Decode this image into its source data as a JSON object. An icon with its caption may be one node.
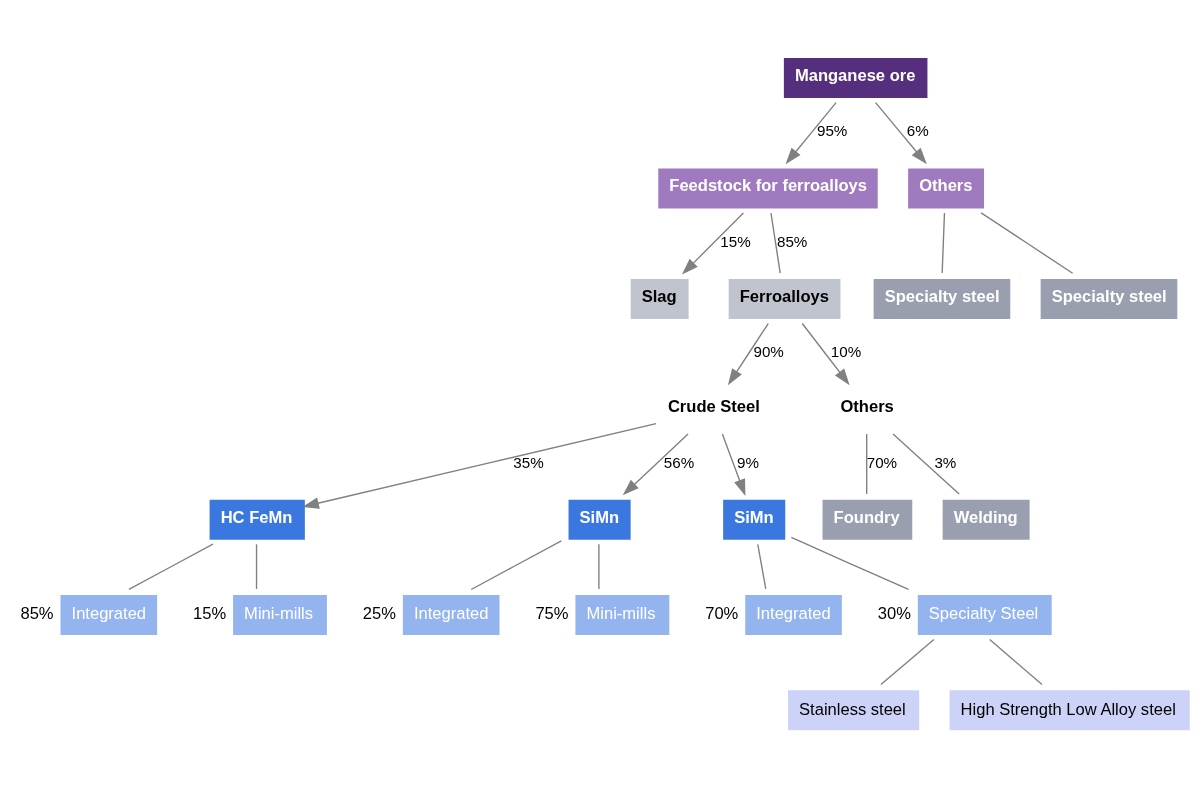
{
  "diagram": {
    "nodes": [
      {
        "text": [
          "Manganese ore"
        ]
      },
      {
        "text": [
          "Feedstock for ferroalloys"
        ]
      },
      {
        "text": [
          "Others"
        ]
      },
      {
        "text": [
          "Specialty steel"
        ]
      },
      {
        "text": [
          "Specialty steel"
        ]
      },
      {
        "text": [
          "Slag"
        ]
      },
      {
        "text": [
          "Ferroalloys"
        ]
      },
      {
        "text": [
          "Crude Steel"
        ]
      },
      {
        "text": [
          "Others"
        ]
      },
      {
        "text": [
          "HC FeMn"
        ]
      },
      {
        "text": [
          "Integrated"
        ],
        "beside": [
          "85%"
        ]
      },
      {
        "text": [
          "Mini-mills"
        ],
        "beside": [
          "15%"
        ]
      },
      {
        "text": [
          "SiMn"
        ]
      },
      {
        "text": [
          "Integrated"
        ],
        "beside": [
          "25%"
        ]
      },
      {
        "text": [
          "Mini-mills"
        ],
        "beside": [
          "75%"
        ]
      },
      {
        "text": [
          "SiMn"
        ]
      },
      {
        "text": [
          "Integrated"
        ],
        "beside": [
          "70%"
        ]
      },
      {
        "text": [
          "Specialty Steel"
        ],
        "beside": [
          "30%"
        ]
      },
      {
        "text": [
          "Stainless steel"
        ]
      },
      {
        "text": [
          "High Strength Low Alloy steel"
        ]
      },
      {
        "text": [
          "Foundry"
        ]
      },
      {
        "text": [
          "Welding"
        ]
      }
    ],
    "edges": [
      {
        "from": 0,
        "to": 1,
        "arrow": "to",
        "label": "95%"
      },
      {
        "from": 0,
        "to": 2,
        "arrow": "to",
        "label": "6%"
      },
      {
        "from": 2,
        "to": 3,
        "arrow": "none"
      },
      {
        "from": 2,
        "to": 4,
        "arrow": "none"
      },
      {
        "from": 1,
        "to": 5,
        "arrow": "to",
        "label": "15%"
      },
      {
        "from": 1,
        "to": 6,
        "arrow": "none",
        "label": "85%"
      },
      {
        "from": 6,
        "to": 7,
        "arrow": "to",
        "label": "90%"
      },
      {
        "from": 6,
        "to": 8,
        "arrow": "to",
        "label": "10%"
      },
      {
        "from": 7,
        "to": 9,
        "arrow": "to",
        "label": "35%"
      },
      {
        "from": 7,
        "to": 12,
        "arrow": "to",
        "label": "56%"
      },
      {
        "from": 7,
        "to": 15,
        "arrow": "to",
        "label": "9%"
      },
      {
        "from": 9,
        "to": 10,
        "arrow": "none"
      },
      {
        "from": 9,
        "to": 11,
        "arrow": "none"
      },
      {
        "from": 12,
        "to": 13,
        "arrow": "none"
      },
      {
        "from": 12,
        "to": 14,
        "arrow": "none"
      },
      {
        "from": 15,
        "to": 16,
        "arrow": "none"
      },
      {
        "from": 15,
        "to": 17,
        "arrow": "none"
      },
      {
        "from": 17,
        "to": 18,
        "arrow": "none"
      },
      {
        "from": 17,
        "to": 19,
        "arrow": "none"
      },
      {
        "from": 8,
        "to": 20,
        "arrow": "none",
        "label": "70%"
      },
      {
        "from": 8,
        "to": 21,
        "arrow": "none",
        "label": "3%"
      }
    ]
  }
}
